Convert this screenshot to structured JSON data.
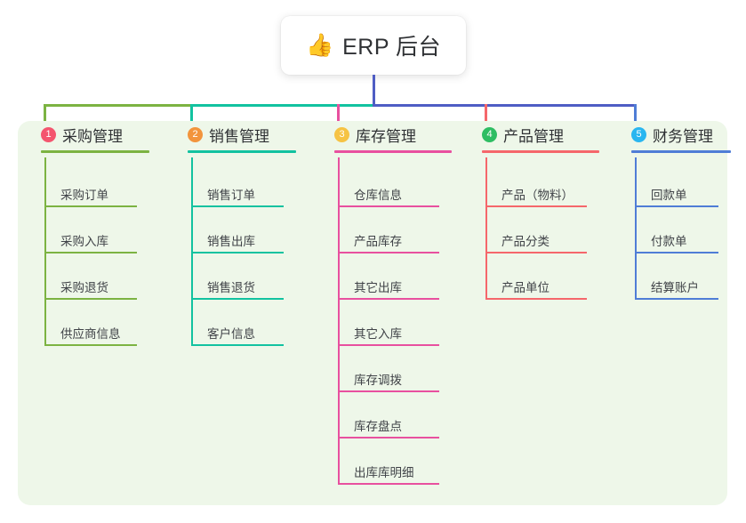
{
  "title": {
    "emoji": "👍",
    "emoji_name": "thumbs-up-icon",
    "text": "ERP 后台"
  },
  "colors": {
    "panel_bg": "#eef7e9",
    "page_bg": "#ffffff",
    "stem": "#4f5dc4",
    "segment_green": "#7cb342",
    "segment_teal": "#12c2a0",
    "segment_blue": "#4f5dc4",
    "text_dark": "#2f3134",
    "text_leaf": "#404348"
  },
  "columns": [
    {
      "index": "1",
      "label": "采购管理",
      "badge_color": "#f4556e",
      "line_color": "#7cb342",
      "drop_color": "#7cb342",
      "items": [
        "采购订单",
        "采购入库",
        "采购退货",
        "供应商信息"
      ]
    },
    {
      "index": "2",
      "label": "销售管理",
      "badge_color": "#f2943c",
      "line_color": "#12c2a0",
      "drop_color": "#12c2a0",
      "items": [
        "销售订单",
        "销售出库",
        "销售退货",
        "客户信息"
      ]
    },
    {
      "index": "3",
      "label": "库存管理",
      "badge_color": "#f6c344",
      "line_color": "#e8509f",
      "drop_color": "#e8509f",
      "items": [
        "仓库信息",
        "产品库存",
        "其它出库",
        "其它入库",
        "库存调拨",
        "库存盘点",
        "出库库明细"
      ]
    },
    {
      "index": "4",
      "label": "产品管理",
      "badge_color": "#2ebd63",
      "line_color": "#f5676b",
      "drop_color": "#f5676b",
      "items": [
        "产品（物料）",
        "产品分类",
        "产品单位"
      ]
    },
    {
      "index": "5",
      "label": "财务管理",
      "badge_color": "#29b6f0",
      "line_color": "#4f7dd6",
      "drop_color": "#4f7dd6",
      "items": [
        "回款单",
        "付款单",
        "结算账户"
      ]
    }
  ]
}
